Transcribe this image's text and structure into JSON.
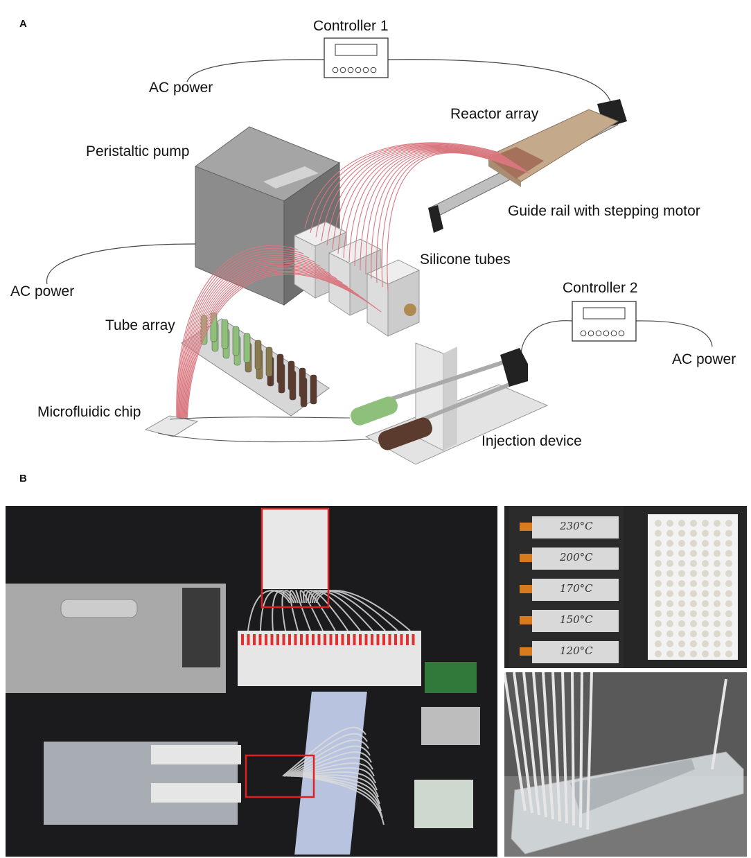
{
  "panel_a": {
    "label": "A",
    "labels": {
      "controller1": "Controller 1",
      "ac_power_top": "AC power",
      "reactor_array": "Reactor array",
      "peristaltic_pump": "Peristaltic pump",
      "guide_rail": "Guide rail with stepping motor",
      "silicone_tubes": "Silicone tubes",
      "ac_power_left": "AC power",
      "controller2": "Controller 2",
      "tube_array": "Tube array",
      "ac_power_right": "AC power",
      "microfluidic_chip": "Microfluidic chip",
      "injection_device": "Injection device"
    },
    "colors": {
      "tubes": "#d9777f",
      "pump": "#8c8c8c",
      "reactor": "#c4a98a",
      "green": "#8ec07c",
      "brown": "#5a3b2e"
    }
  },
  "panel_b": {
    "label": "B",
    "temperatures": [
      "230°C",
      "200°C",
      "170°C",
      "150°C",
      "120°C"
    ],
    "highlight_color": "#e02020"
  }
}
